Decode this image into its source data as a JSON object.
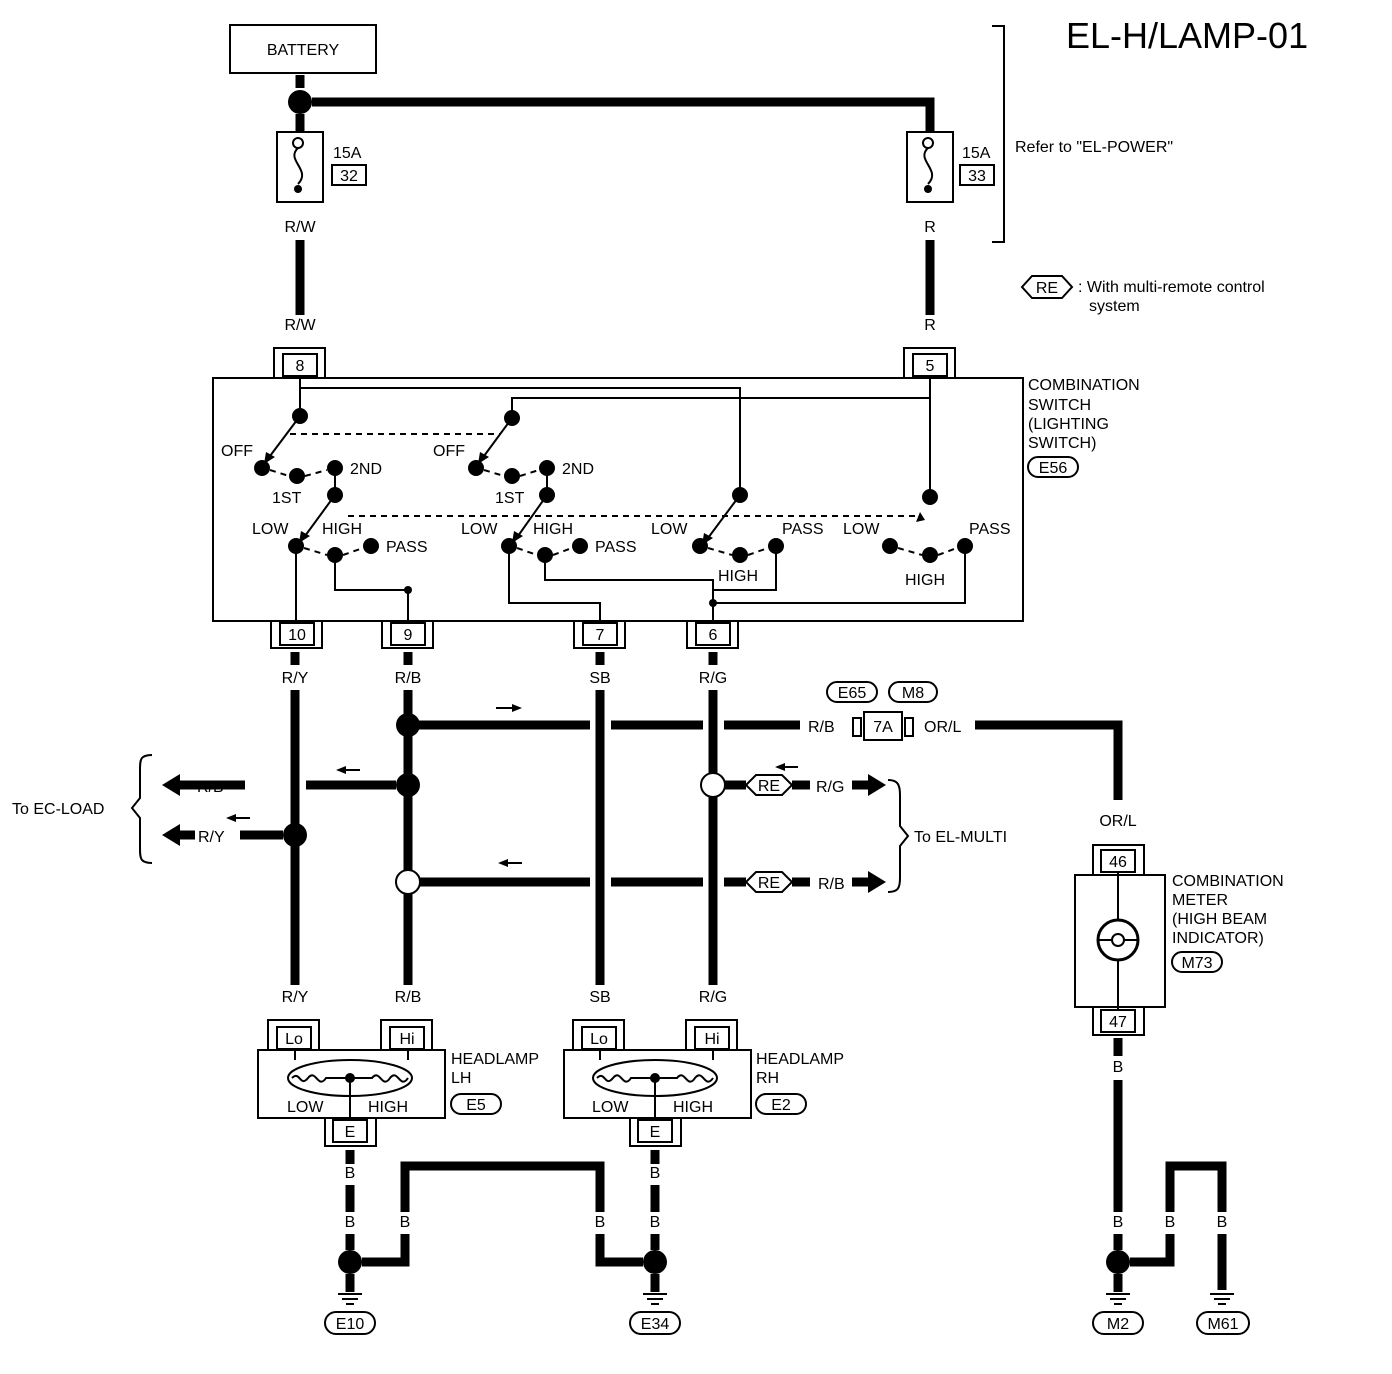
{
  "title": "EL-H/LAMP-01",
  "battery": "BATTERY",
  "refer_note": "Refer to \"EL-POWER\"",
  "re_badge": "RE",
  "re_note_line1": ": With multi-remote control",
  "re_note_line2": "system",
  "fuses": [
    {
      "rating": "15A",
      "number": "32"
    },
    {
      "rating": "15A",
      "number": "33"
    }
  ],
  "wire_colors": {
    "rw": "R/W",
    "r": "R",
    "ry": "R/Y",
    "rb": "R/B",
    "sb": "SB",
    "rg": "R/G",
    "orl": "OR/L",
    "b": "B"
  },
  "combination_switch": {
    "name_lines": [
      "COMBINATION",
      "SWITCH",
      "(LIGHTING",
      "SWITCH)"
    ],
    "connector": "E56",
    "pin_in_left": "8",
    "pin_in_right": "5",
    "pins_out": [
      "10",
      "9",
      "7",
      "6"
    ],
    "positions": {
      "off": "OFF",
      "first": "1ST",
      "second": "2ND",
      "low": "LOW",
      "high": "HIGH",
      "pass": "PASS"
    }
  },
  "joint_connectors": [
    "E65",
    "M8"
  ],
  "joint_pin": "7A",
  "to_ec_load": "To EC-LOAD",
  "to_el_multi": "To EL-MULTI",
  "combination_meter": {
    "name_lines": [
      "COMBINATION",
      "METER",
      "(HIGH BEAM",
      "INDICATOR)"
    ],
    "connector": "M73",
    "pin_top": "46",
    "pin_bottom": "47"
  },
  "headlamp_lh": {
    "name_lines": [
      "HEADLAMP",
      "LH"
    ],
    "connector": "E5"
  },
  "headlamp_rh": {
    "name_lines": [
      "HEADLAMP",
      "RH"
    ],
    "connector": "E2"
  },
  "headlamp_pins": {
    "lo": "Lo",
    "hi": "Hi",
    "e": "E",
    "low": "LOW",
    "high": "HIGH"
  },
  "grounds": [
    "E10",
    "E34",
    "M2",
    "M61"
  ]
}
